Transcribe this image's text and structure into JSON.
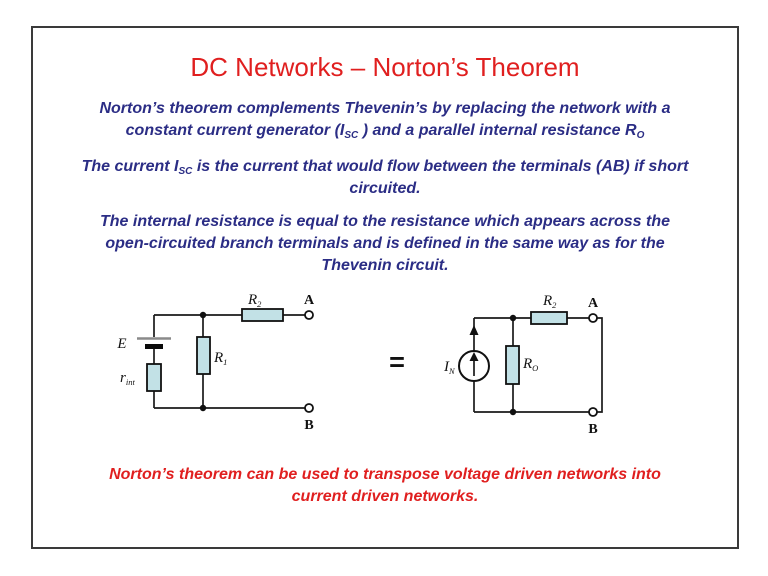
{
  "title": "DC Networks – Norton’s Theorem",
  "intro": {
    "l1": "Norton’s theorem complements Thevenin’s by replacing the network with a",
    "l2a": "constant current generator (I",
    "l2a_sub": "SC",
    "l2b": " ) and a parallel internal resistance R",
    "l2b_sub": "O"
  },
  "sc_para": {
    "l1a": "The current I",
    "l1a_sub": "SC",
    "l1b": " is the current that would flow between the terminals (AB) if short",
    "l2": "circuited."
  },
  "ro_para": {
    "l1": "The internal resistance is equal to the resistance which appears across the",
    "l2": "open-circuited branch terminals and is defined in the same way as for the",
    "l3": "Thevenin circuit."
  },
  "equals_sign": "=",
  "footer": {
    "l1": "Norton’s theorem can be used to transpose voltage driven networks into",
    "l2": "current driven networks."
  },
  "left_circuit": {
    "e_label": "E",
    "rint_main": "r",
    "rint_sub": "int",
    "r1_main": "R",
    "r1_sub": "1",
    "r2_main": "R",
    "r2_sub": "2",
    "terminal_a": "A",
    "terminal_b": "B"
  },
  "right_circuit": {
    "in_main": "I",
    "in_sub": "N",
    "ro_main": "R",
    "ro_sub": "O",
    "r2_main": "R",
    "r2_sub": "2",
    "terminal_a": "A",
    "terminal_b": "B"
  },
  "colors": {
    "accent_red": "#e01f1f",
    "body_navy": "#2b2d85",
    "resistor_fill": "#c2e1e6",
    "wire": "#1a1a1a"
  }
}
